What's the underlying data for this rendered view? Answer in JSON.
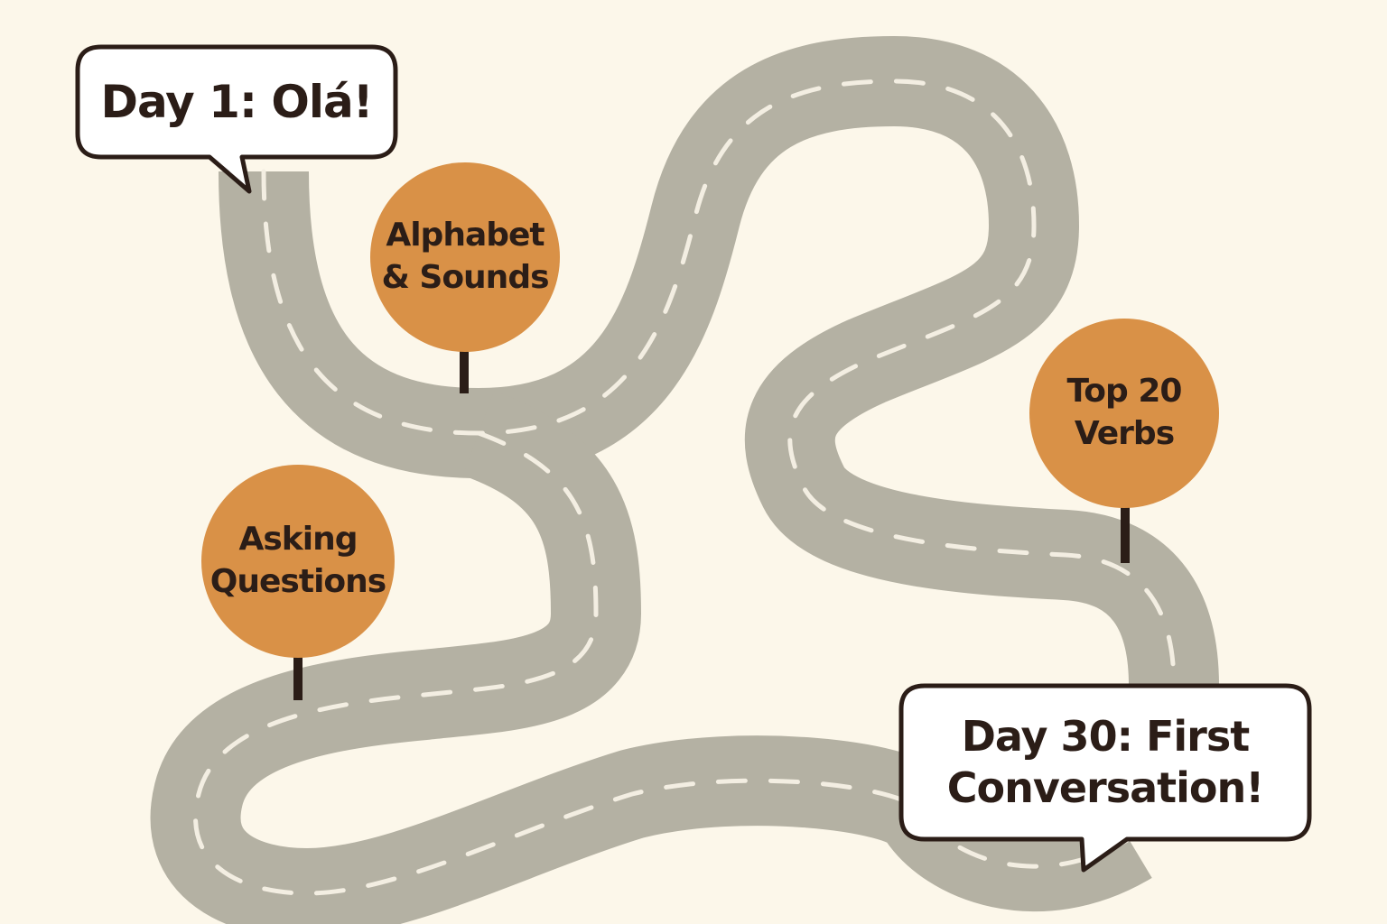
{
  "start_bubble": {
    "text": "Day 1: Olá!"
  },
  "end_bubble": {
    "line1": "Day 30: First",
    "line2": "Conversation!"
  },
  "signs": [
    {
      "line1": "Alphabet",
      "line2": "& Sounds"
    },
    {
      "line1": "Top 20",
      "line2": "Verbs"
    },
    {
      "line1": "Asking",
      "line2": "Questions"
    }
  ],
  "colors": {
    "background": "#fcf7ea",
    "road": "#b4b1a3",
    "road_dash": "#f3eee2",
    "sign_fill": "#d99147",
    "ink": "#2b1d17",
    "bubble_fill": "#ffffff"
  }
}
